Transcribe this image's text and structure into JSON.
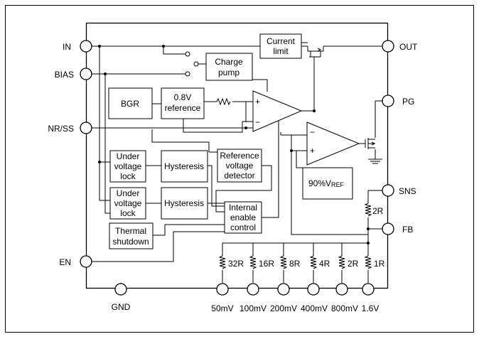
{
  "pins": {
    "in": "IN",
    "bias": "BIAS",
    "nr_ss": "NR/SS",
    "en": "EN",
    "gnd": "GND",
    "out": "OUT",
    "pg": "PG",
    "sns": "SNS",
    "fb": "FB"
  },
  "blocks": {
    "current_limit": [
      "Current",
      "limit"
    ],
    "charge_pump": [
      "Charge",
      "pump"
    ],
    "bgr": "BGR",
    "reference": [
      "0.8V",
      "reference"
    ],
    "uvlo1": [
      "Under",
      "voltage",
      "lock"
    ],
    "uvlo2": [
      "Under",
      "voltage",
      "lock"
    ],
    "hysteresis1": "Hysteresis",
    "hysteresis2": "Hysteresis",
    "ref_detector": [
      "Reference",
      "voltage",
      "detector"
    ],
    "internal_enable": [
      "Internal",
      "enable",
      "control"
    ],
    "thermal": [
      "Thermal",
      "shutdown"
    ],
    "pg_ref": {
      "main": "90%V",
      "sub": "REF"
    }
  },
  "signs": {
    "plus": "+",
    "minus": "−"
  },
  "resistors": {
    "sns_fb": "2R",
    "ladder": [
      "32R",
      "16R",
      "8R",
      "4R",
      "2R",
      "1R"
    ]
  },
  "voltage_pins": [
    "50mV",
    "100mV",
    "200mV",
    "400mV",
    "800mV",
    "1.6V"
  ]
}
